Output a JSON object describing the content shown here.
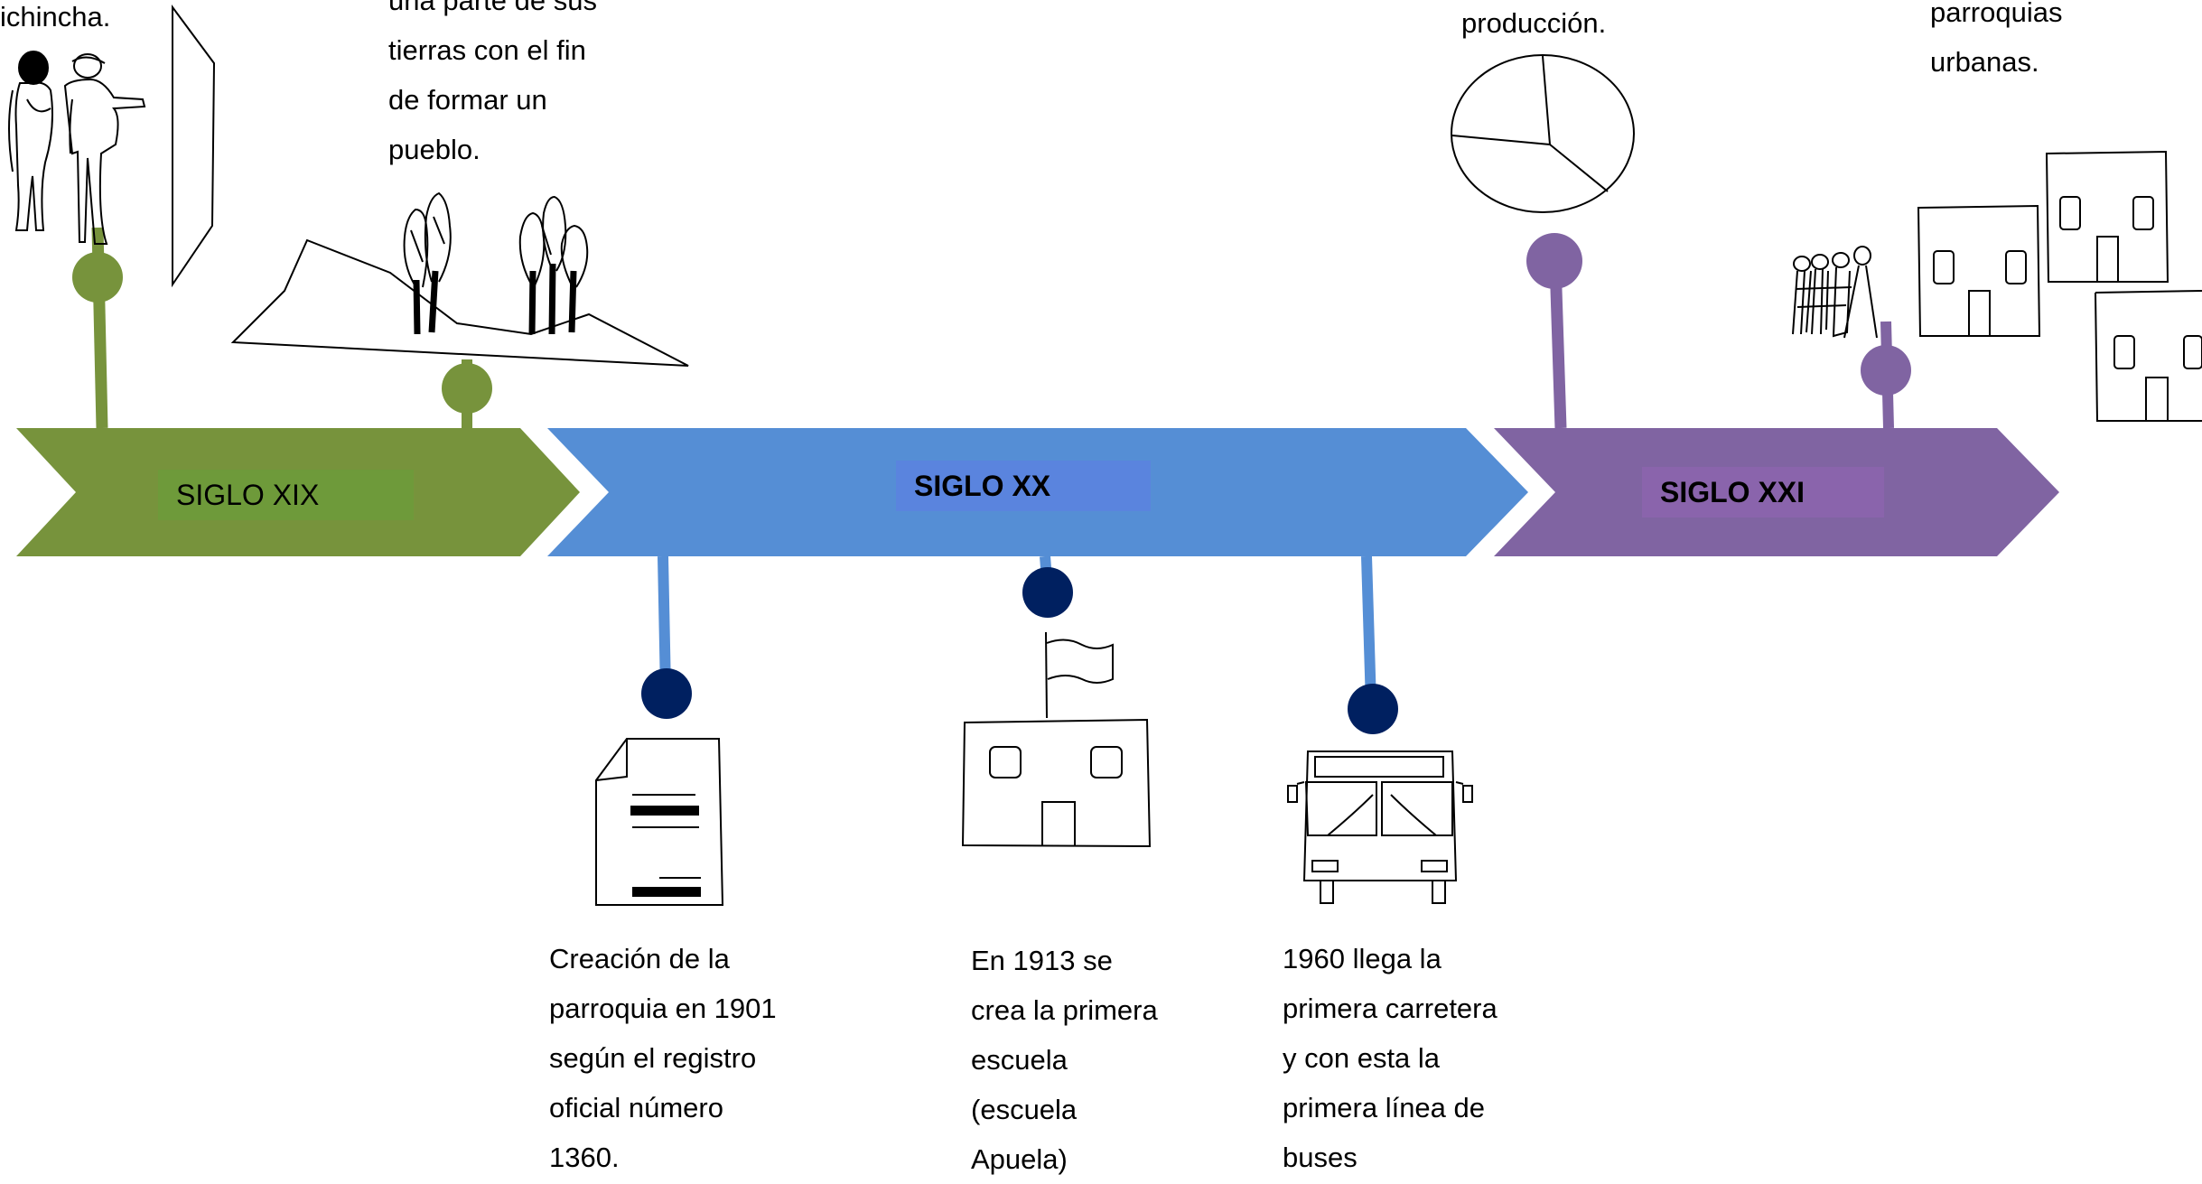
{
  "eras": [
    {
      "label": "SIGLO XIX",
      "color": "#77933c",
      "box_color": "#6e9a3a"
    },
    {
      "label": "SIGLO XX",
      "color": "#558ed5",
      "box_color": "#5a84de"
    },
    {
      "label": "SIGLO XXI",
      "color": "#8064a2",
      "box_color": "#8a64ac"
    }
  ],
  "events": {
    "e1_lines": [
      "ichincha."
    ],
    "e2_lines": [
      "una parte de sus",
      "tierras con el fin",
      "de formar un",
      "pueblo."
    ],
    "e3_lines": [
      "Creación de la",
      "parroquia en 1901",
      "según el registro",
      "oficial número",
      "1360."
    ],
    "e4_lines": [
      "En 1913 se",
      "crea la primera",
      "escuela",
      "(escuela",
      "Apuela)"
    ],
    "e5_lines": [
      "1960 llega la",
      "primera carretera",
      "y con esta la",
      "primera línea de",
      "buses"
    ],
    "e6_lines": [
      "producción."
    ],
    "e7_lines": [
      "parroquias",
      "urbanas."
    ]
  },
  "icons": [
    "people-icon",
    "landscape-trees-icon",
    "document-icon",
    "school-icon",
    "bus-icon",
    "pie-icon",
    "group-icon",
    "houses-icon"
  ],
  "colors": {
    "dark_dot": "#002060",
    "xx_stem": "#558ed5"
  }
}
